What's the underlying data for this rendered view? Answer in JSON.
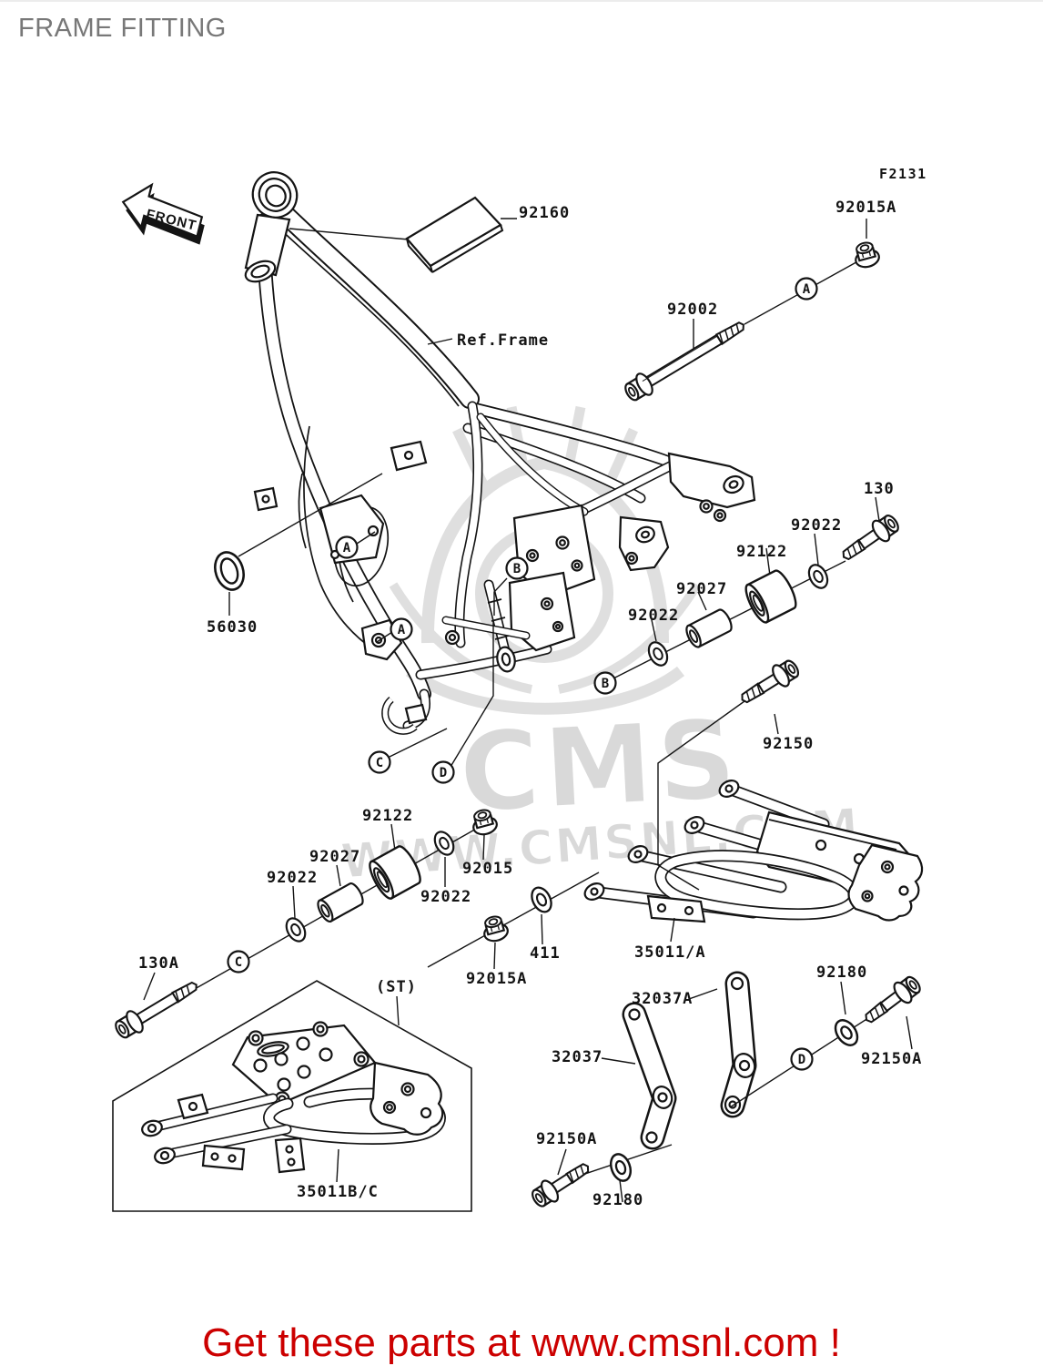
{
  "page": {
    "title": "FRAME FITTING",
    "figure_code": "F2131",
    "front_label": "FRONT",
    "ref_frame_label": "Ref.Frame",
    "st_label": "(ST)",
    "banner_text": "Get these parts at www.cmsnl.com !"
  },
  "watermark": {
    "brand": "CMS",
    "url": "WWW.CMSNL.COM"
  },
  "colors": {
    "line": "#141414",
    "title_gray": "#787878",
    "banner_red": "#cc0000",
    "watermark_gray": "#d9d9d9",
    "background": "#ffffff"
  },
  "callout_letters": {
    "a": "A",
    "b": "B",
    "c": "C",
    "d": "D"
  },
  "part_labels": {
    "p92160": "92160",
    "p92002": "92002",
    "p92015a": "92015A",
    "p130": "130",
    "p92022": "92022",
    "p92122": "92122",
    "p92027": "92027",
    "p56030": "56030",
    "p92150": "92150",
    "p92015": "92015",
    "p411": "411",
    "p35011a": "35011/A",
    "p32037": "32037",
    "p32037a": "32037A",
    "p92180": "92180",
    "p92150a": "92150A",
    "p130a": "130A",
    "p35011bc": "35011B/C"
  }
}
